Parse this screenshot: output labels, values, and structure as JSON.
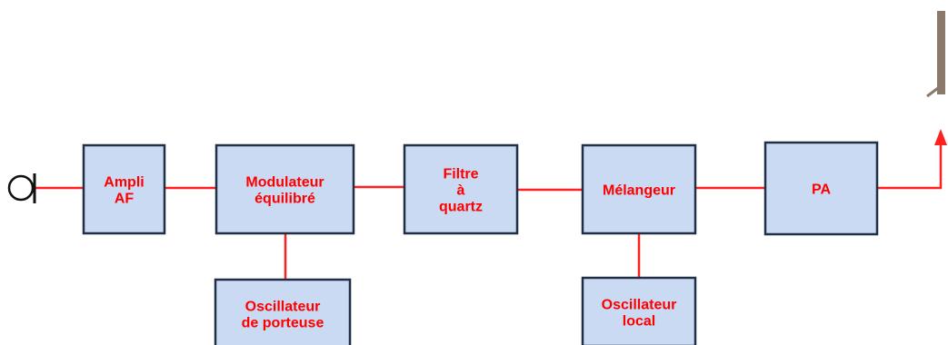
{
  "colors": {
    "block_fill": "#c9daf2",
    "block_border": "#1f2f45",
    "wire": "#ff2020",
    "label": "#ff0000",
    "antenna": "#8b7a6b",
    "microphone": "#111111"
  },
  "icons": {
    "input": "microphone-icon",
    "output": "antenna-icon"
  },
  "blocks": [
    {
      "id": "ampli-af",
      "lines": [
        "Ampli",
        "AF"
      ]
    },
    {
      "id": "modulateur",
      "lines": [
        "Modulateur",
        "équilibré"
      ]
    },
    {
      "id": "filtre",
      "lines": [
        "Filtre",
        "à",
        "quartz"
      ]
    },
    {
      "id": "melangeur",
      "lines": [
        "Mélangeur"
      ]
    },
    {
      "id": "pa",
      "lines": [
        "PA"
      ]
    },
    {
      "id": "osc-porteuse",
      "lines": [
        "Oscillateur",
        "de porteuse"
      ]
    },
    {
      "id": "osc-local",
      "lines": [
        "Oscillateur",
        "local"
      ]
    }
  ]
}
